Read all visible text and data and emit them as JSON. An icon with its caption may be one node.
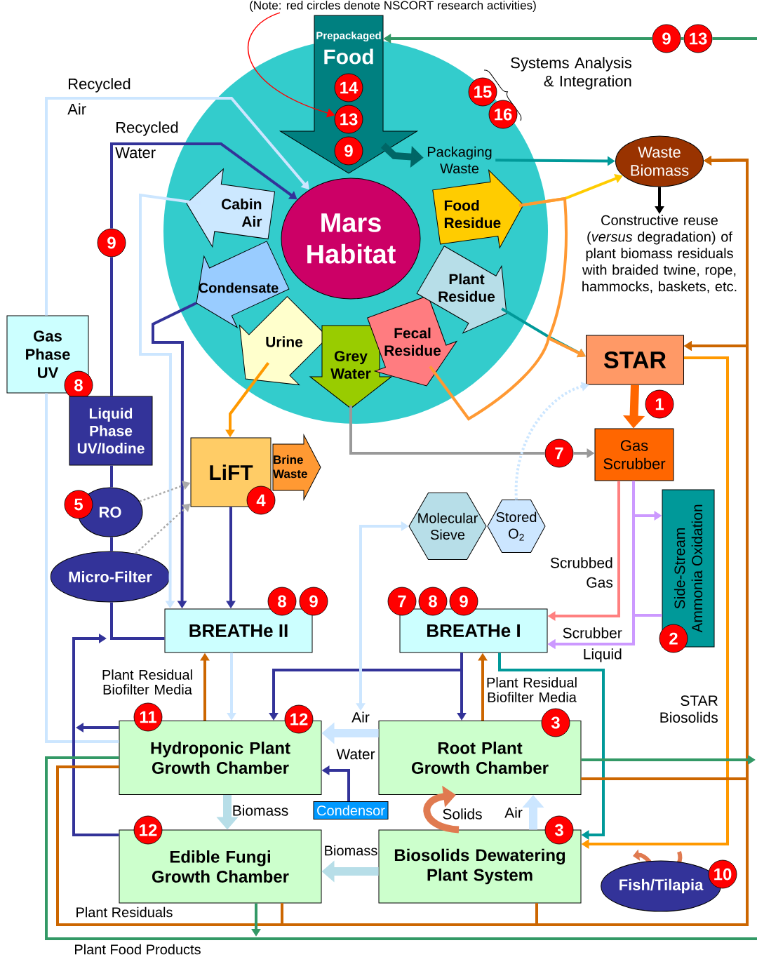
{
  "diagram": {
    "nodes": [
      {
        "text": [
          "(Note: red circles denote NSCORT research activities)"
        ]
      },
      {
        "text": [
          "Prepackaged",
          "Food"
        ]
      },
      {
        "text": [
          "14"
        ],
        "in": 1
      },
      {
        "text": [
          "13"
        ],
        "in": 1
      },
      {
        "text": [
          "9"
        ],
        "in": 1
      },
      {
        "text": [
          "9"
        ]
      },
      {
        "text": [
          "13"
        ]
      },
      {
        "text": [
          "15"
        ]
      },
      {
        "text": [
          "16"
        ]
      },
      {
        "text": [
          "Mars Habitat"
        ]
      },
      {
        "text": [
          "Cabin Air"
        ]
      },
      {
        "text": [
          "Condensate"
        ]
      },
      {
        "text": [
          "Urine"
        ]
      },
      {
        "text": [
          "Grey Water"
        ]
      },
      {
        "text": [
          "Fecal Residue"
        ]
      },
      {
        "text": [
          "Plant Residue"
        ]
      },
      {
        "text": [
          "Food Residue"
        ]
      },
      {
        "text": [
          "Packaging Waste"
        ]
      },
      {
        "text": [
          "Waste Biomass"
        ]
      },
      {
        "text": [
          "Constructive reuse (*versus* degradation) of plant biomass residuals with braided twine, rope, hammocks, baskets, etc."
        ]
      },
      {
        "text": [
          "STAR"
        ]
      },
      {
        "text": [
          "1"
        ]
      },
      {
        "text": [
          "Gas Scrubber"
        ]
      },
      {
        "text": [
          "7"
        ]
      },
      {
        "text": [
          "Side-Stream Ammonia Oxidation"
        ]
      },
      {
        "text": [
          "2"
        ]
      },
      {
        "text": [
          "Gas Phase UV"
        ]
      },
      {
        "text": [
          "8"
        ]
      },
      {
        "text": [
          "Liquid Phase UV/Iodine"
        ]
      },
      {
        "text": [
          "9"
        ]
      },
      {
        "text": [
          "RO"
        ]
      },
      {
        "text": [
          "5"
        ]
      },
      {
        "text": [
          "Micro-Filter"
        ]
      },
      {
        "text": [
          "LiFT"
        ]
      },
      {
        "text": [
          "4"
        ]
      },
      {
        "text": [
          "Brine Waste"
        ]
      },
      {
        "text": [
          "Molecular Sieve"
        ]
      },
      {
        "text": [
          "Stored O$_{2}$"
        ]
      },
      {
        "text": [
          "BREATHe II"
        ]
      },
      {
        "text": [
          "8"
        ]
      },
      {
        "text": [
          "9"
        ]
      },
      {
        "text": [
          "BREATHe I"
        ]
      },
      {
        "text": [
          "7"
        ]
      },
      {
        "text": [
          "8"
        ]
      },
      {
        "text": [
          "9"
        ]
      },
      {
        "text": [
          "Hydroponic Plant Growth Chamber"
        ]
      },
      {
        "text": [
          "11"
        ]
      },
      {
        "text": [
          "12"
        ]
      },
      {
        "text": [
          "Root Plant Growth Chamber"
        ]
      },
      {
        "text": [
          "3"
        ]
      },
      {
        "text": [
          "Condensor"
        ]
      },
      {
        "text": [
          "Edible Fungi Growth Chamber"
        ]
      },
      {
        "text": [
          "12"
        ]
      },
      {
        "text": [
          "Biosolids Dewatering Plant System"
        ]
      },
      {
        "text": [
          "3"
        ]
      },
      {
        "text": [
          "Fish/Tilapia"
        ]
      },
      {
        "text": [
          "10"
        ]
      },
      {
        "text": [
          "Air"
        ]
      }
    ],
    "edges": [
      {
        "from": 0,
        "to": 3,
        "arrow": "to",
        "color": "#ff0000"
      },
      {
        "from": null,
        "to": 6,
        "arrow": "none",
        "color": "#339966"
      },
      {
        "from": 6,
        "to": 5,
        "arrow": "none",
        "color": "#339966"
      },
      {
        "from": 5,
        "to": 1,
        "arrow": "to",
        "color": "#339966"
      },
      {
        "from": 1,
        "to": 17,
        "arrow": "to",
        "style": "thick",
        "color": "#006666"
      },
      {
        "from": 17,
        "to": 18,
        "arrow": "to",
        "color": "#009999"
      },
      {
        "from": 16,
        "to": 18,
        "arrow": "to",
        "color": "#ffcc00"
      },
      {
        "from": 18,
        "to": 19,
        "arrow": "to",
        "color": "#000000"
      },
      {
        "from": 15,
        "to": 20,
        "arrow": "to",
        "color": "#009999"
      },
      {
        "from": 14,
        "to": 20,
        "arrow": "to",
        "color": "#ff9933"
      },
      {
        "from": 16,
        "to": 20,
        "arrow": "to",
        "color": "#ff9933"
      },
      {
        "from": 20,
        "to": 22,
        "arrow": "to",
        "style": "thick",
        "color": "#ff6600"
      },
      {
        "from": 13,
        "to": 23,
        "arrow": "none",
        "color": "#999999"
      },
      {
        "from": 23,
        "to": 22,
        "arrow": "to",
        "color": "#999999"
      },
      {
        "from": 37,
        "to": 20,
        "arrow": "to",
        "style": "dashed",
        "color": "#cce6ff"
      },
      {
        "from": 12,
        "to": 33,
        "arrow": "to",
        "color": "#ff9900"
      },
      {
        "from": 33,
        "to": 38,
        "arrow": "to",
        "color": "#333399"
      },
      {
        "from": 22,
        "to": 41,
        "arrow": "to",
        "color": "#ff8080"
      },
      {
        "from": 22,
        "to": 41,
        "arrow": "to",
        "color": "#cc99ff"
      },
      {
        "from": 22,
        "to": 24,
        "arrow": "to",
        "color": "#cc99ff"
      },
      {
        "from": 24,
        "to": 41,
        "arrow": "to",
        "color": "#cc99ff"
      },
      {
        "from": 11,
        "to": 38,
        "arrow": "to",
        "color": "#333399"
      },
      {
        "from": 10,
        "to": 38,
        "arrow": "to",
        "color": "#cce6ff"
      },
      {
        "from": 45,
        "to": 26,
        "arrow": "none",
        "color": "#cce6ff"
      },
      {
        "from": 26,
        "to": 9,
        "arrow": "to",
        "color": "#cce6ff"
      },
      {
        "from": 38,
        "to": 32,
        "arrow": "none",
        "color": "#333399"
      },
      {
        "from": 32,
        "to": 30,
        "arrow": "none",
        "color": "#333399"
      },
      {
        "from": 30,
        "to": 28,
        "arrow": "none",
        "color": "#333399"
      },
      {
        "from": 28,
        "to": 29,
        "arrow": "none",
        "color": "#333399"
      },
      {
        "from": 29,
        "to": 9,
        "arrow": "to",
        "color": "#333399"
      },
      {
        "from": 51,
        "to": null,
        "arrow": "to",
        "color": "#333399"
      },
      {
        "from": 45,
        "to": null,
        "arrow": "to",
        "color": "#333399"
      },
      {
        "from": 30,
        "to": 33,
        "arrow": "to",
        "style": "dashed",
        "color": "#aaaaaa"
      },
      {
        "from": 32,
        "to": 33,
        "arrow": "to",
        "style": "dashed",
        "color": "#aaaaaa"
      },
      {
        "from": 38,
        "to": 45,
        "arrow": "to",
        "color": "#cce6ff"
      },
      {
        "from": 45,
        "to": 38,
        "arrow": "to",
        "color": "#cc6600"
      },
      {
        "from": 41,
        "to": 45,
        "arrow": "to",
        "color": "#333399"
      },
      {
        "from": 41,
        "to": 48,
        "arrow": "to",
        "color": "#333399"
      },
      {
        "from": 48,
        "to": 41,
        "arrow": "to",
        "color": "#cc6600"
      },
      {
        "from": 41,
        "to": 53,
        "arrow": "to",
        "color": "#009999"
      },
      {
        "from": 57,
        "to": 36,
        "arrow": "both",
        "color": "#cce6ff"
      },
      {
        "from": 48,
        "to": 45,
        "arrow": "to",
        "style": "thick",
        "color": "#cce6ff"
      },
      {
        "from": 50,
        "to": 45,
        "arrow": "to",
        "color": "#333399"
      },
      {
        "from": 45,
        "to": 51,
        "arrow": "to",
        "style": "thick",
        "color": "#b7dee8"
      },
      {
        "from": 53,
        "to": 51,
        "arrow": "to",
        "style": "thick",
        "color": "#b7dee8"
      },
      {
        "from": 53,
        "to": 48,
        "arrow": "to",
        "style": "thick",
        "color": "#e07a50"
      },
      {
        "from": 53,
        "to": 48,
        "arrow": "to",
        "style": "thick",
        "color": "#cce6ff"
      },
      {
        "from": 20,
        "to": 53,
        "arrow": "to",
        "color": "#ff9900"
      },
      {
        "from": 45,
        "to": 18,
        "arrow": "to",
        "color": "#cc6600"
      },
      {
        "from": 45,
        "to": 20,
        "arrow": "to",
        "color": "#cc6600"
      },
      {
        "from": 48,
        "to": 18,
        "arrow": "to",
        "color": "#cc6600"
      },
      {
        "from": 48,
        "to": 20,
        "arrow": "to",
        "color": "#cc6600"
      },
      {
        "from": 51,
        "to": 18,
        "arrow": "to",
        "color": "#cc6600"
      },
      {
        "from": 51,
        "to": 20,
        "arrow": "to",
        "color": "#cc6600"
      },
      {
        "from": 53,
        "to": 18,
        "arrow": "to",
        "color": "#cc6600"
      },
      {
        "from": 53,
        "to": 20,
        "arrow": "to",
        "color": "#cc6600"
      },
      {
        "from": 45,
        "to": null,
        "arrow": "none",
        "color": "#339966"
      },
      {
        "from": 48,
        "to": null,
        "arrow": "to",
        "color": "#339966"
      },
      {
        "from": 51,
        "to": null,
        "arrow": "to",
        "color": "#339966"
      }
    ],
    "labels": [
      "Systems Analysis & Integration",
      "Recycled Air",
      "Recycled Water",
      "Scrubbed Gas",
      "Scrubber Liquid",
      "Plant Residual Biofilter Media",
      "Plant Residual Biofilter Media",
      "STAR Biosolids",
      "Water",
      "Biomass",
      "Solids",
      "Air",
      "Biomass",
      "Plant Residuals",
      "Plant Food Products"
    ]
  }
}
